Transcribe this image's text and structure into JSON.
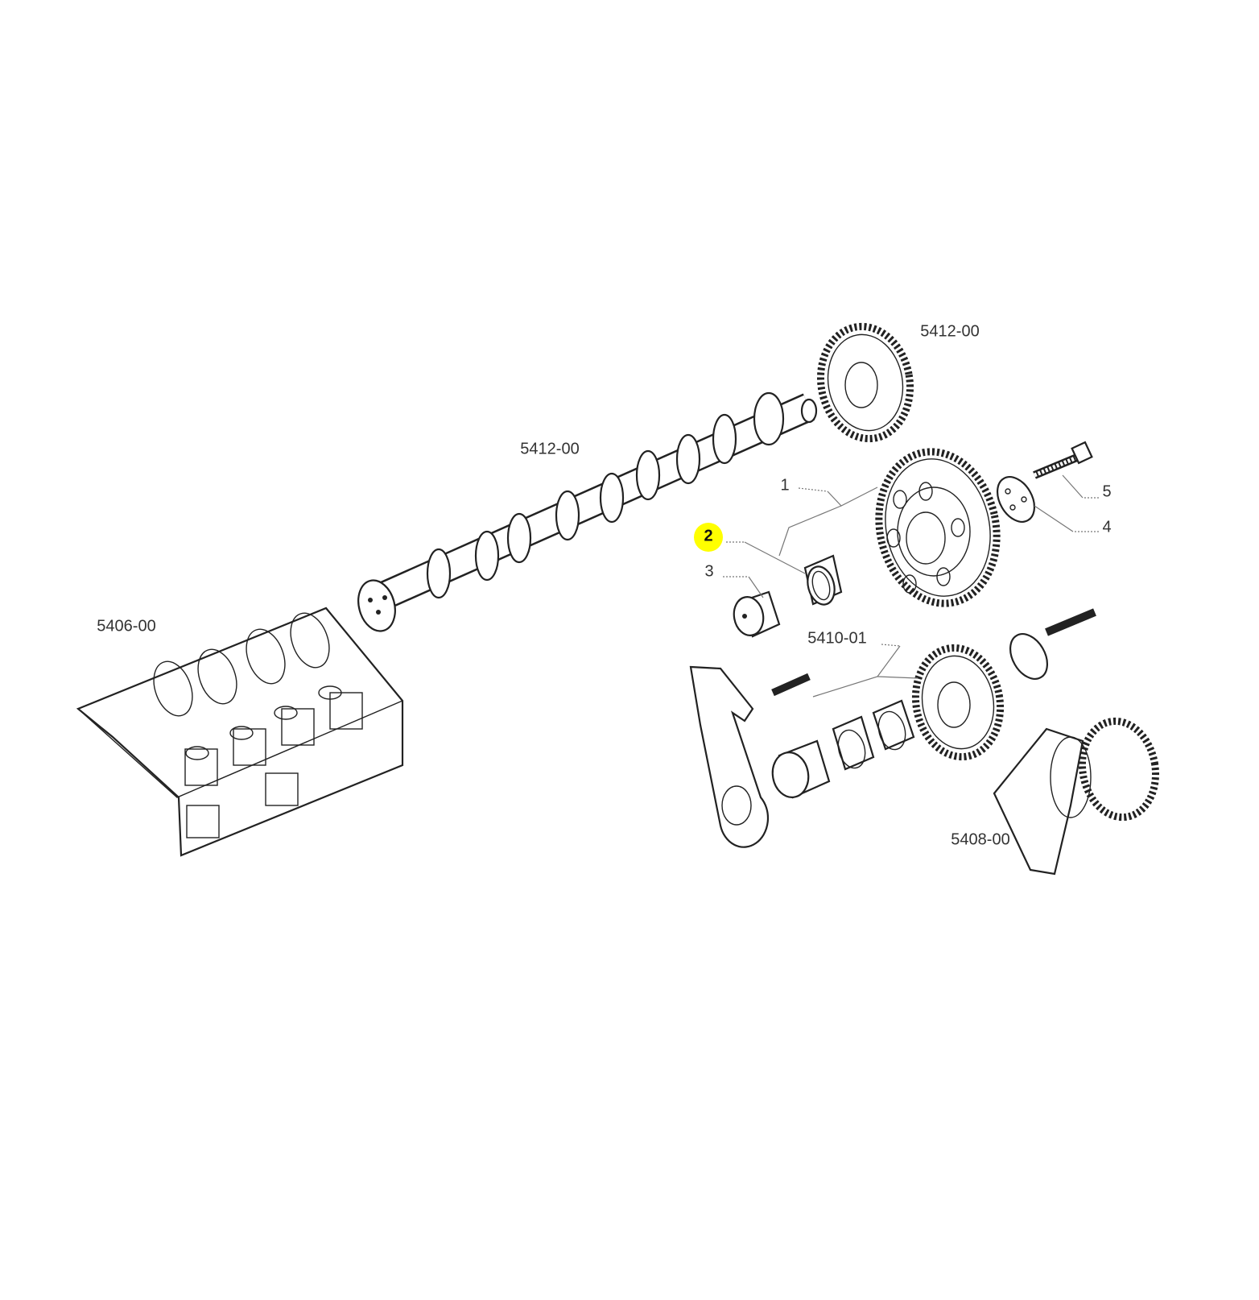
{
  "diagram": {
    "labels": {
      "camshaft_gear_ref": "5412-00",
      "camshaft_ref": "5412-00",
      "engine_block_ref": "5406-00",
      "idler_gear_ref": "5410-01",
      "crankshaft_ref": "5408-00",
      "item_1": "1",
      "item_2": "2",
      "item_3": "3",
      "item_4": "4",
      "item_5": "5"
    },
    "highlight": {
      "item": "2",
      "color": "#ffff00"
    }
  }
}
